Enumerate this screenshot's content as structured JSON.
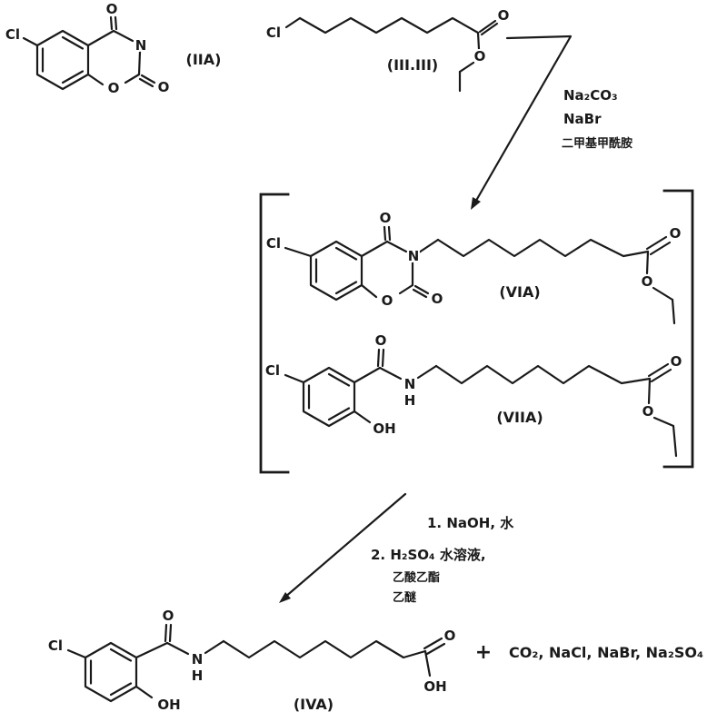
{
  "atoms": {
    "cl": "Cl",
    "o": "O",
    "n": "N",
    "h": "H",
    "oh": "OH"
  },
  "compounds": {
    "iia": {
      "label": "(IIA)"
    },
    "iii": {
      "label": "(III.III)"
    },
    "via": {
      "label": "(VIA)"
    },
    "viia": {
      "label": "(VIIA)"
    },
    "iva": {
      "label": "(IVA)"
    }
  },
  "step1": {
    "reagents": [
      "Na₂CO₃",
      "NaBr",
      "二甲基甲酰胺"
    ]
  },
  "step2": {
    "conditions": [
      "1. NaOH, 水",
      "2. H₂SO₄ 水溶液,",
      "乙酸乙酯",
      "乙醚"
    ]
  },
  "products": {
    "plus": "+",
    "byproducts": "CO₂, NaCl, NaBr, Na₂SO₄"
  },
  "colors": {
    "ink": "#1a1a1a",
    "paper": "#ffffff"
  }
}
